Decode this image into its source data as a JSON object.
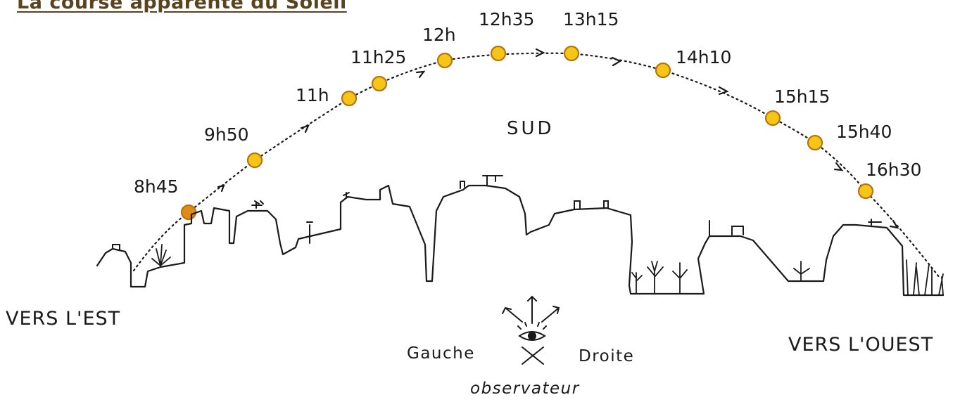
{
  "title": "La course apparente du Soleil",
  "center_label": "SUD",
  "east_label": "VERS L'EST",
  "west_label": "VERS L'OUEST",
  "left_label": "Gauche",
  "right_label": "Droite",
  "observer_label": "observateur",
  "sun_positions": [
    {
      "time": "8h45"
    },
    {
      "time": "9h50"
    },
    {
      "time": "11h"
    },
    {
      "time": "11h25"
    },
    {
      "time": "12h"
    },
    {
      "time": "12h35"
    },
    {
      "time": "13h15"
    },
    {
      "time": "14h10"
    },
    {
      "time": "15h15"
    },
    {
      "time": "15h40"
    },
    {
      "time": "16h30"
    }
  ],
  "colors": {
    "sun_fill": "#f5c518",
    "sun_first_fill": "#e08a1a",
    "sun_outline": "#b5740e",
    "ink": "#1a1a1a",
    "title": "#5a4420"
  }
}
